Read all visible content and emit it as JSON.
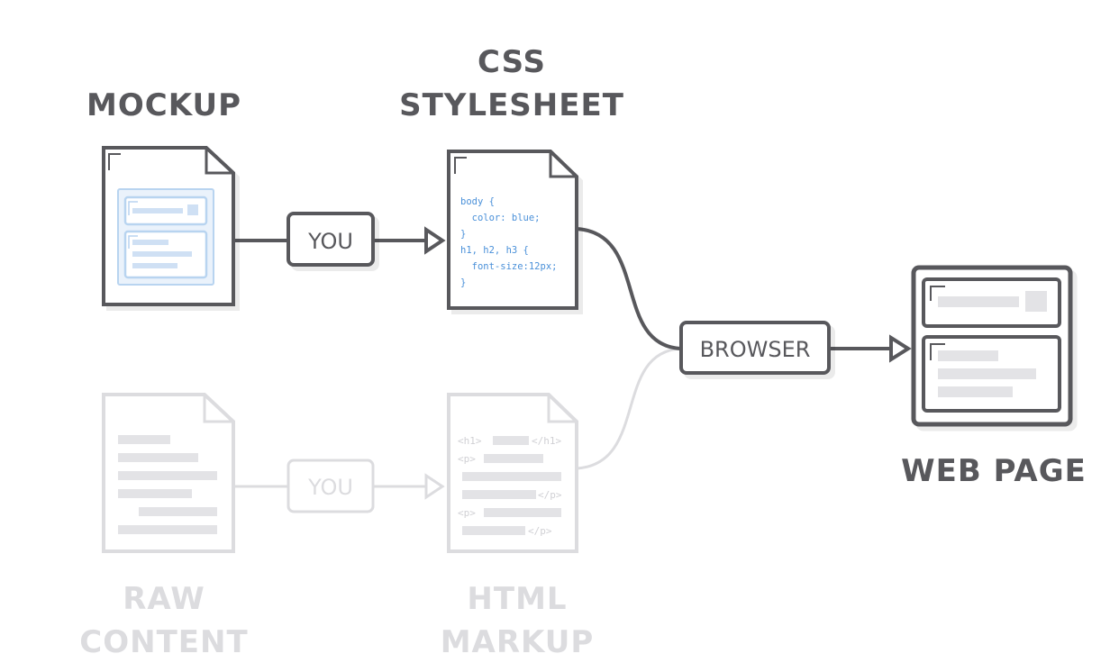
{
  "headings": {
    "mockup": "MOCKUP",
    "css_line1": "CSS",
    "css_line2": "STYLESHEET",
    "web_page": "WEB PAGE",
    "raw_line1": "RAW",
    "raw_line2": "CONTENT",
    "html_line1": "HTML",
    "html_line2": "MARKUP"
  },
  "labels": {
    "you_top": "YOU",
    "you_bottom": "YOU",
    "browser": "BROWSER"
  },
  "css_code": {
    "line1": "body {",
    "line2": "  color: blue;",
    "line3": "}",
    "line4": "h1, h2, h3 {",
    "line5": "  font-size:12px;",
    "line6": "}"
  },
  "html_code": {
    "h1_open": "<h1>",
    "h1_close": "</h1>",
    "p_open_1": "<p>",
    "p_close_1": "</p>",
    "p_open_2": "<p>",
    "p_close_2": "</p>"
  },
  "colors": {
    "dark": "#58585c",
    "faded": "#dcdcdf",
    "blue": "#4a90d9",
    "light_blue": "#b8d4f0",
    "placeholder": "#e3e3e6"
  }
}
